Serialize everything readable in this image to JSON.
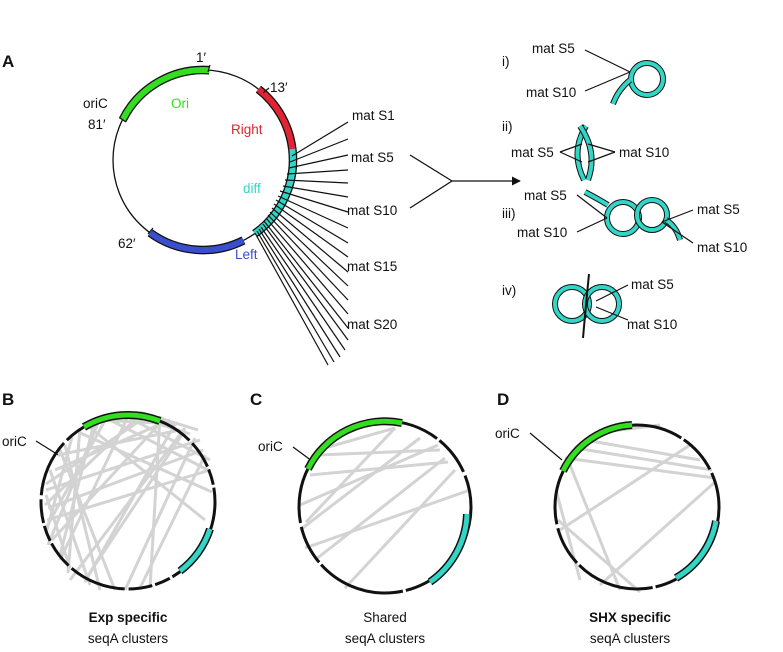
{
  "panel_a": {
    "letter": "A",
    "positions": {
      "p1": "1′",
      "p13": "13′",
      "p81": "81′",
      "p62": "62′"
    },
    "oric": "oriC",
    "domains": {
      "ori": "Ori",
      "right": "Right",
      "diff": "diff",
      "left": "Left"
    },
    "mat_labels": [
      "mat S1",
      "mat S5",
      "mat S10",
      "mat S15",
      "mat S20"
    ],
    "topologies": [
      {
        "numeral": "i)",
        "labels": [
          "mat S5",
          "mat S10"
        ]
      },
      {
        "numeral": "ii)",
        "labels": [
          "mat S5",
          "mat S10"
        ]
      },
      {
        "numeral": "iii)",
        "labels": [
          "mat S5",
          "mat S10",
          "mat S5",
          "mat S10"
        ]
      },
      {
        "numeral": "iv)",
        "labels": [
          "mat S5",
          "mat S10"
        ]
      }
    ]
  },
  "panels": [
    {
      "letter": "B",
      "oric": "oriC",
      "caption_top": "Exp specific",
      "caption_bottom": "seqA clusters",
      "bold_top": true
    },
    {
      "letter": "C",
      "oric": "oriC",
      "caption_top": "Shared",
      "caption_bottom": "seqA clusters",
      "bold_top": false
    },
    {
      "letter": "D",
      "oric": "oriC",
      "caption_top": "SHX specific",
      "caption_bottom": "seqA clusters",
      "bold_top": true
    }
  ],
  "colors": {
    "ori": "#33dd1f",
    "right": "#e02434",
    "diff": "#33d6c6",
    "left": "#3a4fd0",
    "chord": "#d3d3d3",
    "ink": "#111111"
  }
}
